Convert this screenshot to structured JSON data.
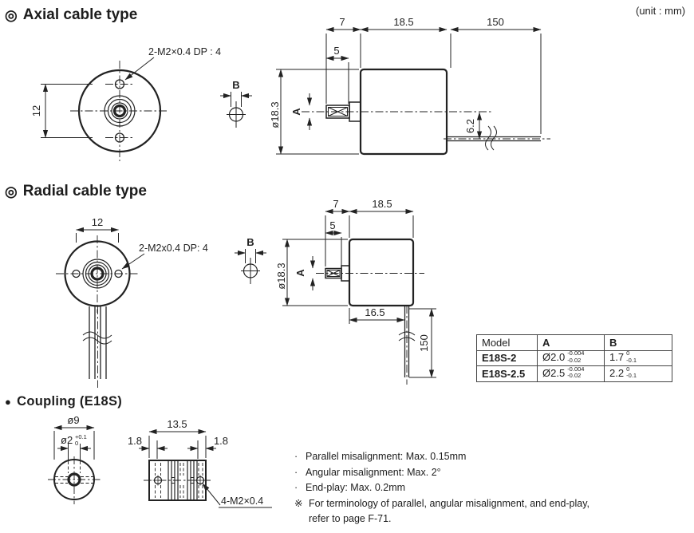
{
  "unit_note": "(unit : mm)",
  "axial": {
    "marker": "◎",
    "title": "Axial cable type",
    "front": {
      "dim_12": "12",
      "screw_label": "2-M2×0.4 DP : 4"
    },
    "b_symbol": "B",
    "side": {
      "dim_7": "7",
      "dim_5": "5",
      "dim_18_5": "18.5",
      "dim_150": "150",
      "dim_dia": "ø18.3",
      "dim_a": "A",
      "dim_6_2": "6.2"
    }
  },
  "radial": {
    "marker": "◎",
    "title": "Radial cable type",
    "front": {
      "dim_12": "12",
      "screw_label": "2-M2x0.4 DP: 4"
    },
    "b_symbol": "B",
    "side": {
      "dim_7": "7",
      "dim_5": "5",
      "dim_18_5": "18.5",
      "dim_dia": "ø18.3",
      "dim_a": "A",
      "dim_16_5": "16.5",
      "dim_150": "150"
    }
  },
  "table": {
    "headers": [
      "Model",
      "A",
      "B"
    ],
    "rows": [
      {
        "model": "E18S-2",
        "a_value": "Ø2.0",
        "a_upper": "-0.004",
        "a_lower": "-0.02",
        "b_value": "1.7",
        "b_upper": "0",
        "b_lower": "-0.1"
      },
      {
        "model": "E18S-2.5",
        "a_value": "Ø2.5",
        "a_upper": "-0.004",
        "a_lower": "-0.02",
        "b_value": "2.2",
        "b_upper": "0",
        "b_lower": "-0.1"
      }
    ]
  },
  "coupling": {
    "marker": "●",
    "title": "Coupling (E18S)",
    "front": {
      "dim_9": "ø9",
      "dim_2": "ø2",
      "dim_2_upper": "+0.1",
      "dim_2_lower": "0"
    },
    "side": {
      "dim_13_5": "13.5",
      "dim_1_8_left": "1.8",
      "dim_1_8_right": "1.8",
      "screw_label": "4-M2×0.4"
    }
  },
  "notes": {
    "bullet": "·",
    "items": [
      "Parallel misalignment: Max. 0.15mm",
      "Angular misalignment: Max. 2°",
      "End-play: Max. 0.2mm"
    ],
    "ref_mark": "※",
    "ref_line1": "For terminology of parallel, angular misalignment, and end-play,",
    "ref_line2": "refer to page F-71."
  }
}
